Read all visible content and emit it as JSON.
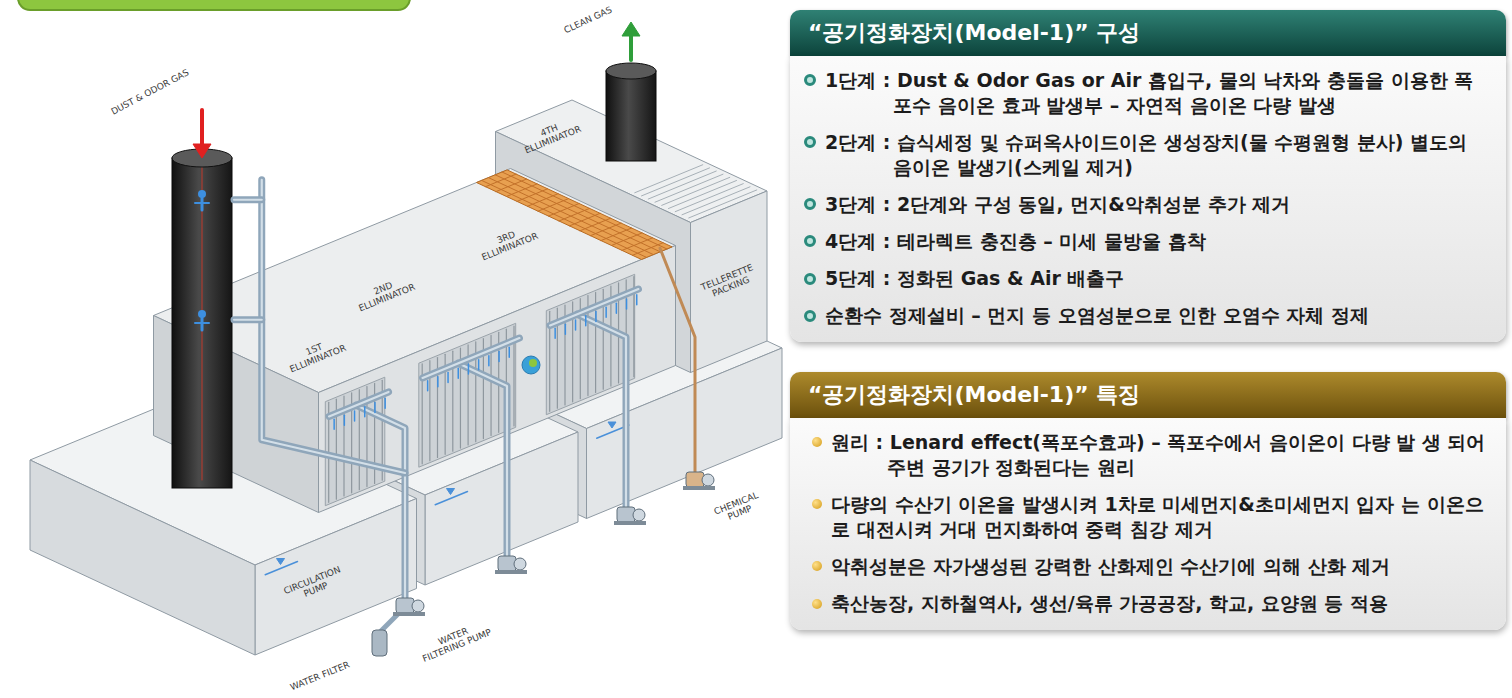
{
  "diagram": {
    "nodes": [
      {
        "text": [
          "“공기정화장치(Model-1)” 구성",
          "1단계 : Dust & Odor Gas or Air 흡입구, 물의 낙차와 충돌을 이용한 폭포수 음이온 효과 발생부 – 자연적 음이온 다량 발생",
          "2단계 : 습식세정 및 슈퍼옥사이드이온 생성장치(물 수평원형 분사) 별도의 음이온 발생기(스케일 제거)",
          "3단계 : 2단계와 구성 동일, 먼지&악취성분 추가 제거",
          "4단계 : 테라렉트 충진층 – 미세 물방울 흡착",
          "5단계 : 정화된 Gas & Air 배출구",
          "순환수 정제설비 – 먼지 등 오염성분으로 인한 오염수 자체 정제"
        ]
      },
      {
        "text": [
          "“공기정화장치(Model-1)” 특징",
          "원리 : Lenard effect(폭포수효과) – 폭포수에서 음이온이 다량 발 생 되어 주변 공기가 정화된다는 원리",
          "다량의 수산기 이온을 발생시켜 1차로 미세먼지&초미세먼지 입자 는 이온으로 대전시켜 거대 먼지화하여 중력 침강 제거",
          "악취성분은 자가생성된 강력한 산화제인 수산기에 의해 산화 제거",
          "축산농장, 지하철역사, 생선/육류 가공공장, 학교, 요양원 등 적용"
        ]
      }
    ],
    "labels": [
      "DUST & ODOR GAS",
      "CLEAN GAS",
      "1ST ELLIMINATOR",
      "2ND ELLIMINATOR",
      "3RD ELLIMINATOR",
      "4TH ELLIMINATOR",
      "TELLERETTE PACKING",
      "CHEMICAL PUMP",
      "CIRCULATION PUMP",
      "WATER FILTERING PUMP",
      "WATER FILTER"
    ]
  }
}
